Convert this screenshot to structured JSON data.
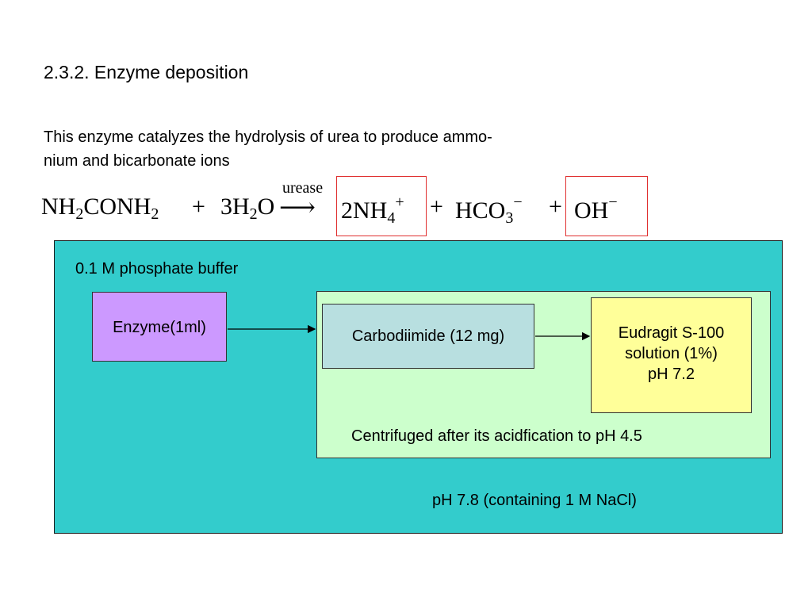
{
  "section_title": "2.3.2. Enzyme deposition",
  "intro": {
    "line1": "This enzyme catalyzes the hydrolysis of urea to produce ammo-",
    "line2": "nium and bicarbonate ions"
  },
  "equation": {
    "reactant1_a": "NH",
    "reactant1_sub1": "2",
    "reactant1_b": "CONH",
    "reactant1_sub2": "2",
    "plus1": "+",
    "reactant2_a": "3H",
    "reactant2_sub": "2",
    "reactant2_b": "O",
    "catalyst": "urease",
    "arrow": "⟶",
    "product1_a": "2NH",
    "product1_sub": "4",
    "product1_sup": "+",
    "plus2": "+",
    "product2_a": "HCO",
    "product2_sub": "3",
    "product2_sup": "−",
    "plus3": "+",
    "product3_a": "OH",
    "product3_sup": "−",
    "highlight_color": "#e03030"
  },
  "diagram": {
    "buffer_label": "0.1 M phosphate buffer",
    "enzyme_label": "Enzyme(1ml)",
    "carbodiimide_label": "Carbodiimide (12 mg)",
    "eudragit_line1": "Eudragit S-100",
    "eudragit_line2": "solution (1%)",
    "eudragit_line3": "pH 7.2",
    "centrifuge_label": "Centrifuged after its acidfication to pH 4.5",
    "ph_label": "pH 7.8 (containing 1 M NaCl)",
    "colors": {
      "outer_box": "#33cccc",
      "enzyme_box": "#cc99ff",
      "inner_box": "#ccffcc",
      "carbodiimide_box": "#b8dfe0",
      "eudragit_box": "#ffff99"
    }
  }
}
